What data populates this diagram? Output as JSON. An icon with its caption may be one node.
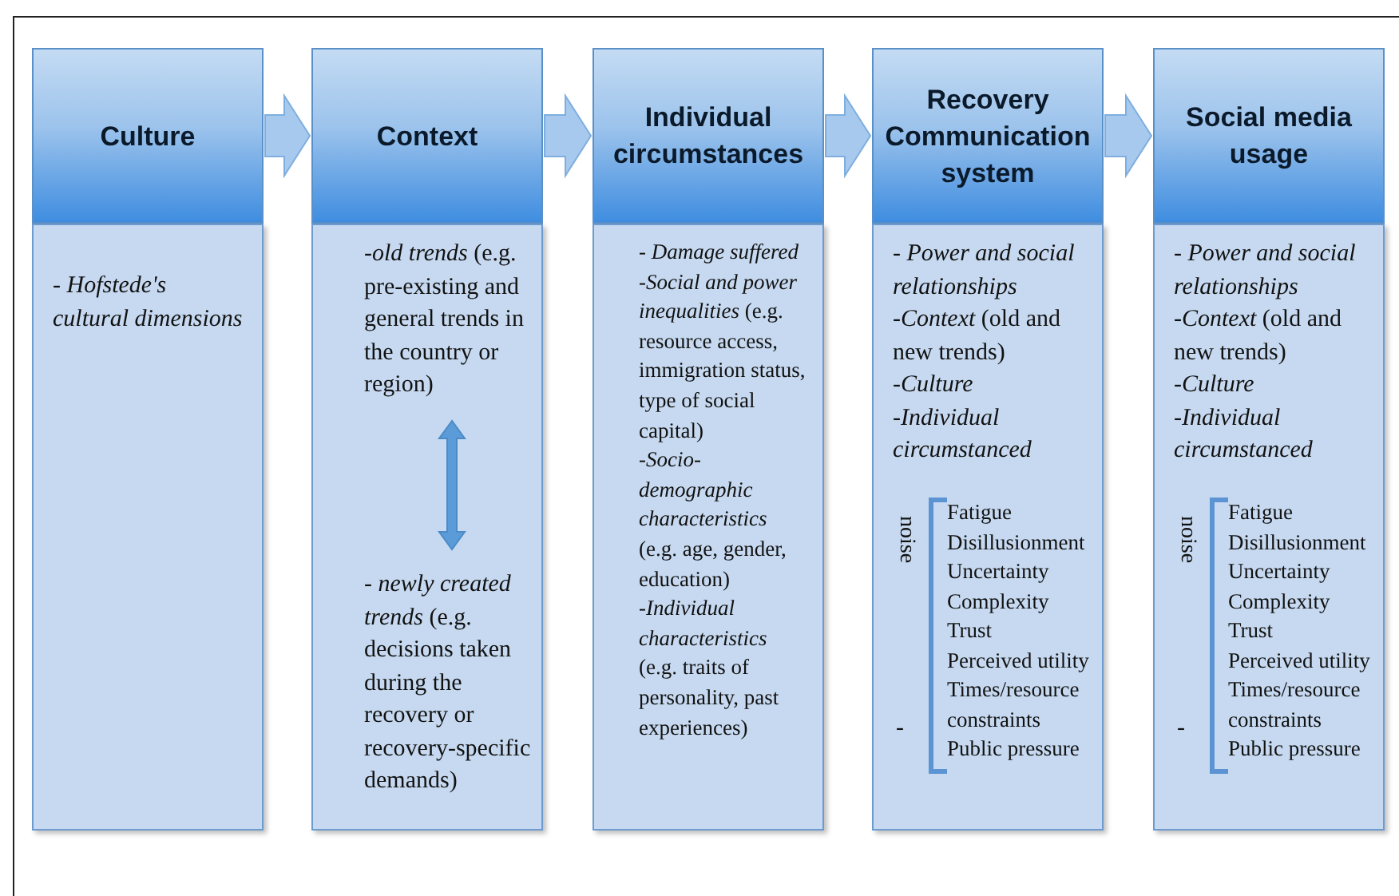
{
  "diagram": {
    "nodes": [
      {
        "text": [
          "Culture"
        ]
      },
      {
        "text": [
          "- *Hofstede's cultural dimensions*"
        ]
      },
      {
        "text": [
          "Context"
        ]
      },
      {
        "text": [],
        "shape": "box"
      },
      {
        "text": [
          "-*old trends* (e.g. pre-existing and general trends in the country or region)"
        ],
        "in": 3
      },
      {
        "text": [
          "- *newly created trends* (e.g. decisions taken during the recovery or recovery-specific demands)"
        ],
        "in": 3
      },
      {
        "text": [
          "Individual circumstances"
        ]
      },
      {
        "text": [
          "- *Damage suffered*",
          "-*Social and power inequalities* (e.g. resource access, immigration status, type of social capital)",
          "-*Socio-demographic characteristics* (e.g. age, gender, education)",
          "-*Individual characteristics* (e.g. traits of personality, past experiences)"
        ]
      },
      {
        "text": [
          "Recovery Communication system"
        ]
      },
      {
        "text": [
          "- *Power and social relationships*",
          "-*Context* (old and new trends)",
          "-*Culture*",
          "-*Individual circumstanced*",
          "noise",
          "Fatigue",
          "Disillusionment",
          "Uncertainty",
          "Complexity",
          "Trust",
          "Perceived utility",
          "Times/resource constraints",
          "Public pressure",
          "-"
        ]
      },
      {
        "text": [
          "Social media usage"
        ]
      },
      {
        "text": [
          "- *Power and social relationships*",
          "-*Context* (old and new trends)",
          "-*Culture*",
          "-*Individual circumstanced*",
          "noise",
          "Fatigue",
          "Disillusionment",
          "Uncertainty",
          "Complexity",
          "Trust",
          "Perceived utility",
          "Times/resource constraints",
          "Public pressure",
          "-"
        ]
      }
    ],
    "edges": [
      {
        "from": 0,
        "to": 2,
        "arrow": "to"
      },
      {
        "from": 2,
        "to": 6,
        "arrow": "to"
      },
      {
        "from": 6,
        "to": 8,
        "arrow": "to"
      },
      {
        "from": 8,
        "to": 10,
        "arrow": "to"
      },
      {
        "from": 4,
        "to": 5,
        "arrow": "both"
      }
    ]
  }
}
